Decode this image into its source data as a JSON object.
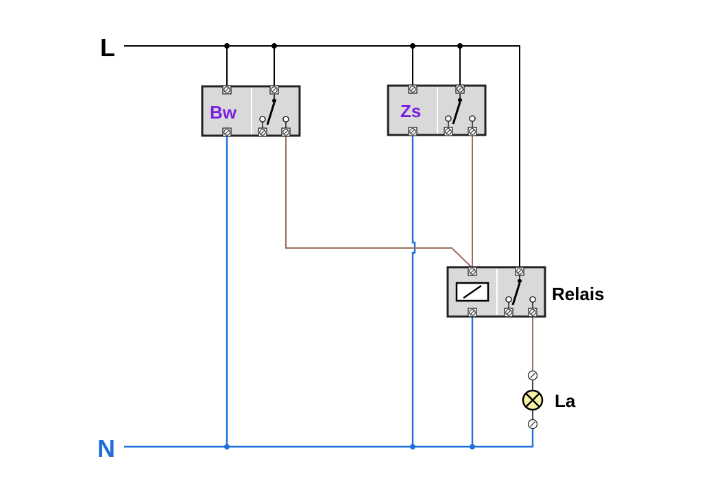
{
  "rails": {
    "live": "L",
    "neutral": "N"
  },
  "devices": {
    "motion_detector": "Bw",
    "time_switch": "Zs",
    "relay": "Relais",
    "lamp": "La"
  },
  "colors": {
    "live_wire": "#000000",
    "neutral_wire": "#1E6FD9",
    "switched_wire": "#9C6B5E",
    "device_label": "#7A1FE0",
    "lamp_fill": "#F8F1A8",
    "box_fill": "#D9D9D9"
  }
}
